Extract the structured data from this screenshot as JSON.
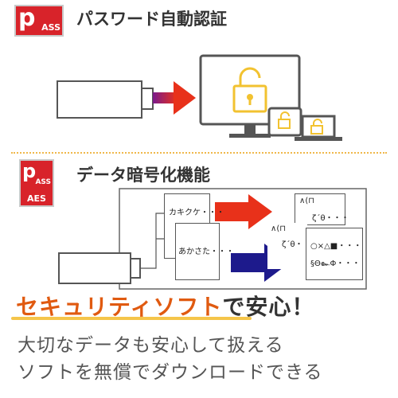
{
  "section1": {
    "badge_letter": "p",
    "badge_label": "ASS",
    "heading": "パスワード自動認証"
  },
  "section2": {
    "badge_letter": "p",
    "badge_label": "ASS",
    "badge_aes": "AES",
    "heading": "データ暗号化機能",
    "plain_cards": [
      "カキクケ・・・",
      "あかさた・・・"
    ],
    "cipher_card_1": [
      "∧(⊓",
      "ζ´θ・・・"
    ],
    "cipher_card_2_left": [
      "∧(⊓",
      "ζ´θ・・"
    ],
    "cipher_card_3": [
      "○×△■・・・",
      "§Θ๛Φ・・・"
    ]
  },
  "banner": {
    "orange_text": "セキュリティソフト",
    "dark_text": "で安心！"
  },
  "subtitle": {
    "line1": "大切なデータも安心して扱える",
    "line2": "ソフトを無償でダウンロードできる"
  },
  "colors": {
    "badge_red": "#d8232a",
    "lock_yellow": "#f2c230",
    "arrow_red": "#e8311a",
    "arrow_blue": "#1d1a8c",
    "banner_orange": "#e05a10",
    "underline_gold": "#f5c54a"
  },
  "icons": [
    "usb-drive-icon",
    "monitor-icon",
    "tablet-icon",
    "laptop-icon",
    "padlock-icon",
    "arrow-right-icon"
  ]
}
